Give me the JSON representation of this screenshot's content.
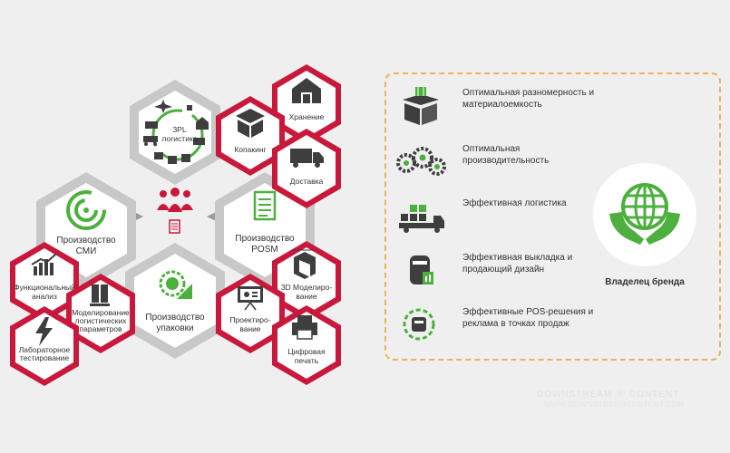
{
  "diagram": {
    "center": {
      "icon": "team-icon"
    },
    "hexes": [
      {
        "id": "3pl",
        "label": [
          "3PL",
          "логистика"
        ],
        "icon": "logistics-icons"
      },
      {
        "id": "smi",
        "label": [
          "Производство",
          "СМИ"
        ],
        "icon": "recycle-icon"
      },
      {
        "id": "posm",
        "label": [
          "Производство",
          "POSM"
        ],
        "icon": "document-icon"
      },
      {
        "id": "pack",
        "label": [
          "Производство",
          "упаковки"
        ],
        "icon": "packaging-icon"
      },
      {
        "id": "storage",
        "label": [
          "Хранение"
        ],
        "icon": "warehouse-icon"
      },
      {
        "id": "copack",
        "label": [
          "Копакинг"
        ],
        "icon": "box-icon"
      },
      {
        "id": "delivery",
        "label": [
          "Доставка"
        ],
        "icon": "truck-icon"
      },
      {
        "id": "func",
        "label": [
          "Функциональный",
          "анализ"
        ],
        "icon": "chart-icon"
      },
      {
        "id": "logmodel",
        "label": [
          "Моделирование",
          "логистических",
          "параметров"
        ],
        "icon": "pallet-icon"
      },
      {
        "id": "lab",
        "label": [
          "Лабораторное",
          "тестирование"
        ],
        "icon": "lightning-icon"
      },
      {
        "id": "3d",
        "label": [
          "3D Моделиро-",
          "вание"
        ],
        "icon": "cube-icon"
      },
      {
        "id": "design",
        "label": [
          "Проектиро-",
          "вание"
        ],
        "icon": "presentation-icon"
      },
      {
        "id": "print",
        "label": [
          "Цифровая",
          "печать"
        ],
        "icon": "printer-icon"
      }
    ]
  },
  "benefits": [
    {
      "text": "Оптимальная разномерность и материалоемкость",
      "icon": "open-box-icon"
    },
    {
      "text": "Оптимальная производительность",
      "icon": "gears-icon"
    },
    {
      "text": "Эффективная логистика",
      "icon": "truck-boxes-icon"
    },
    {
      "text": "Эффективная выкладка и продающий дизайн",
      "icon": "shelf-chart-icon"
    },
    {
      "text": "Эффективные POS-решения и реклама в точках продаж",
      "icon": "pos-display-icon"
    }
  ],
  "brand": {
    "label": "Владелец бренда",
    "icon": "globe-hands-icon"
  },
  "watermark": {
    "line1": "DOWNSTREAM ⓟ CONTENT",
    "line2": "WWW.DOWNSTREAMCONTENT.COM"
  },
  "colors": {
    "red": "#c8193c",
    "gray": "#c8c8c8",
    "green": "#4caf3e",
    "orange": "#f0b15a",
    "icon": "#3e3e3e"
  }
}
